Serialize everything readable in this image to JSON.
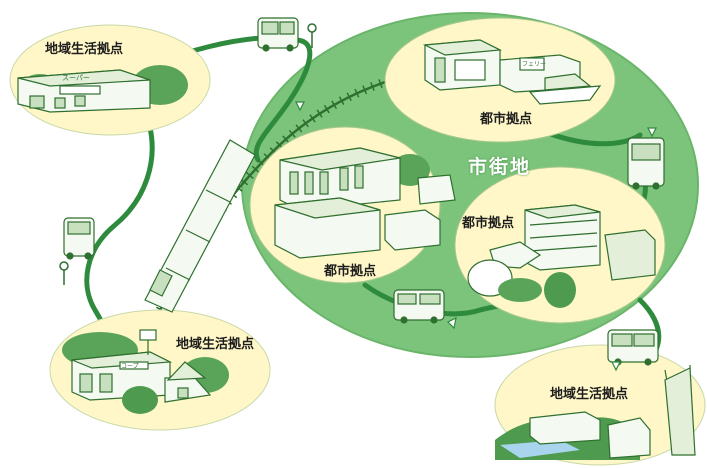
{
  "labels": {
    "regional_hub_topleft": "地域生活拠点",
    "regional_hub_bottomleft": "地域生活拠点",
    "regional_hub_bottomright": "地域生活拠点",
    "urban_hub_top": "都市拠点",
    "urban_hub_left": "都市拠点",
    "urban_hub_right": "都市拠点",
    "urban_area": "市街地"
  },
  "signs": {
    "supermarket": "スーパー",
    "coop": "コープ",
    "ferry_terminal": "フェリー"
  },
  "colors": {
    "urban_area": "#7cc47c",
    "hub_disc": "#fff7c8",
    "route": "#2e8b3e",
    "rail": "#2f6f2f",
    "building": "#f4f9f1",
    "tree": "#5aa45a"
  },
  "icons": [
    "bus-icon",
    "bus-stop-icon",
    "train-icon",
    "railway-icon",
    "ship-icon",
    "building-icon",
    "tree-icon",
    "arrow-icon"
  ]
}
